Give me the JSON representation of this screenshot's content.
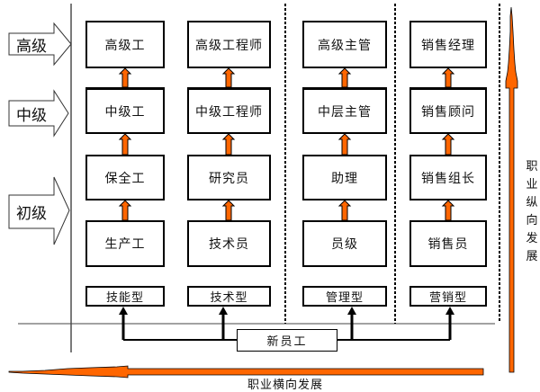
{
  "levels": [
    {
      "label": "高级"
    },
    {
      "label": "中级"
    },
    {
      "label": "初级"
    }
  ],
  "tracks": [
    {
      "type": "技能型",
      "positions": [
        "高级工",
        "中级工",
        "保全工",
        "生产工"
      ]
    },
    {
      "type": "技术型",
      "positions": [
        "高级工程师",
        "中级工程师",
        "研究员",
        "技术员"
      ]
    },
    {
      "type": "管理型",
      "positions": [
        "高级主管",
        "中层主管",
        "助理",
        "员级"
      ]
    },
    {
      "type": "营销型",
      "positions": [
        "销售经理",
        "销售顾问",
        "销售组长",
        "销售员"
      ]
    }
  ],
  "entry": {
    "label": "新员工"
  },
  "axes": {
    "vertical_label": "职业纵向发展",
    "horizontal_label": "职业横向发展"
  },
  "colors": {
    "arrow_fill": "#ff6600",
    "line": "#000000",
    "divider": "#555555"
  }
}
